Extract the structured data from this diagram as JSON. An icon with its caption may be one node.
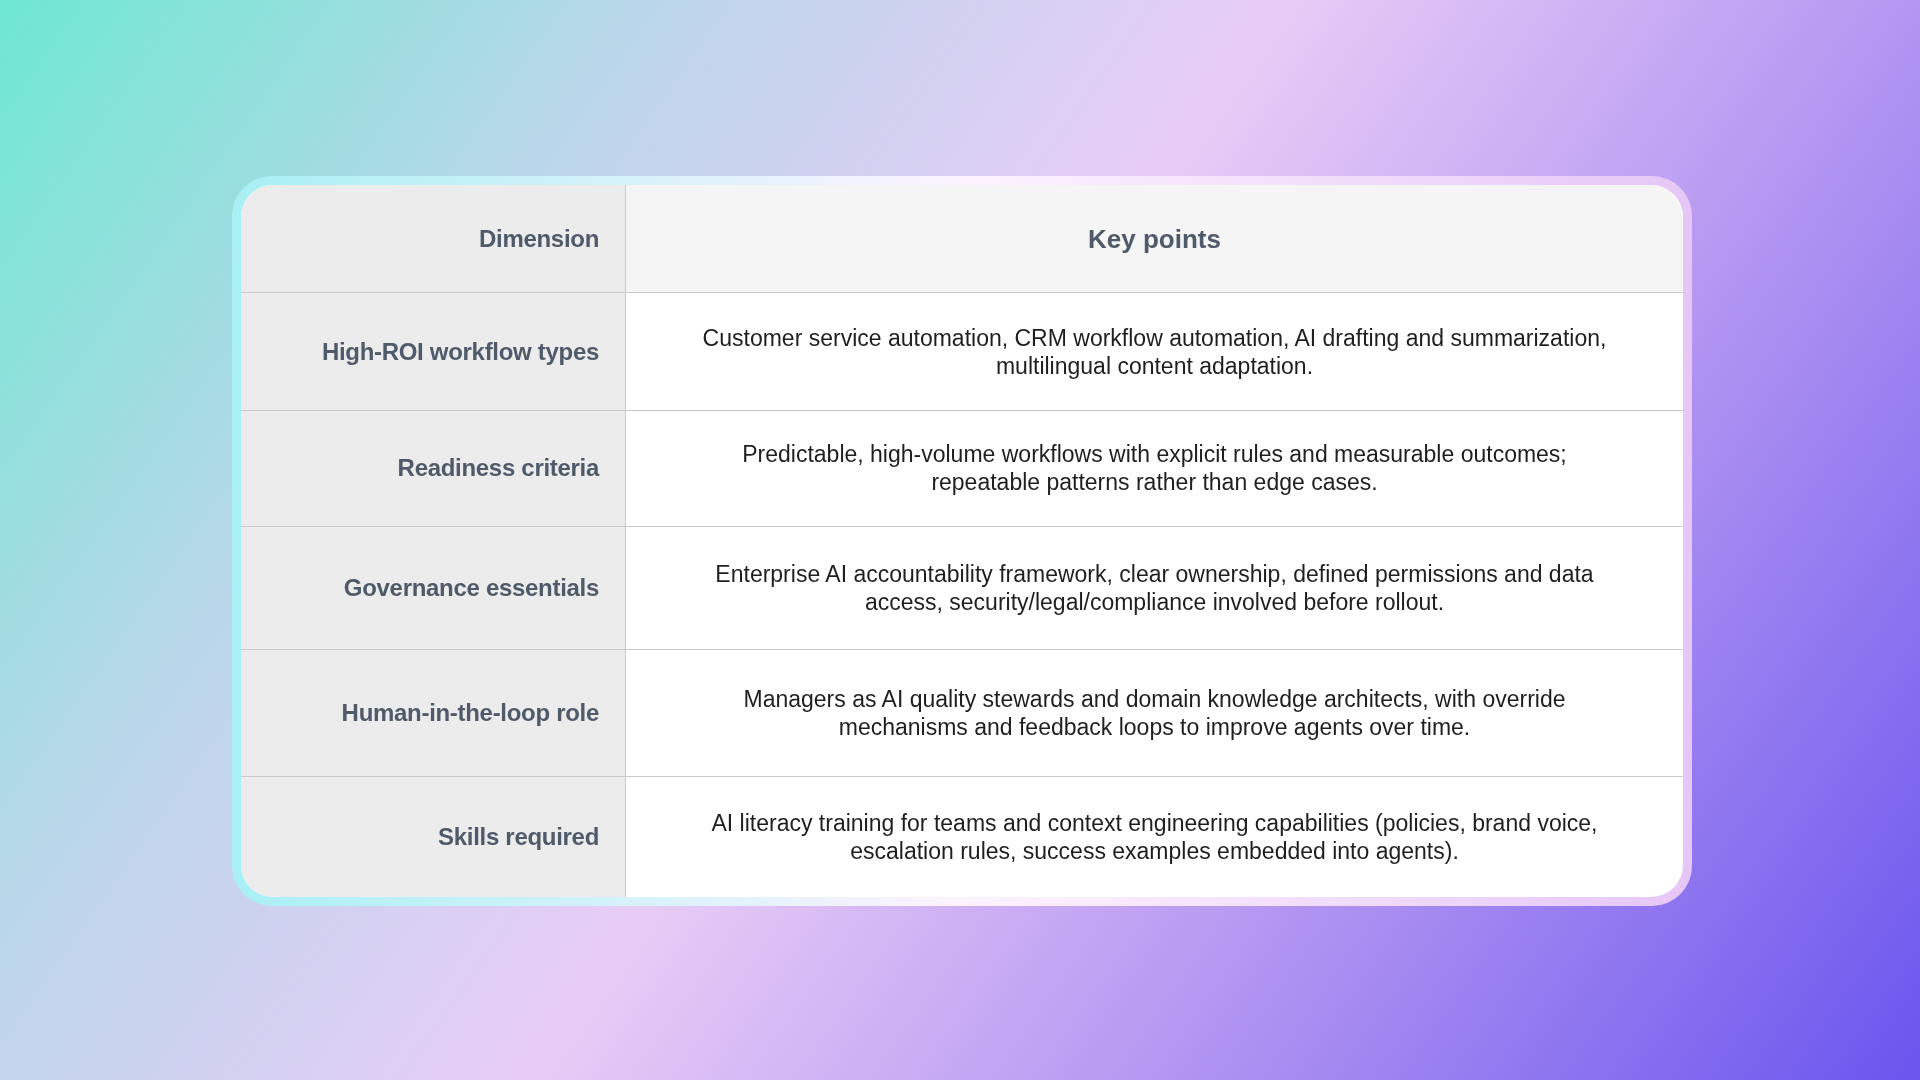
{
  "diagram": {
    "labels": [
      "Dimension",
      "Key points",
      "High-ROI workflow types",
      "Customer service automation, CRM workflow automation, AI drafting and summarization, multilingual content adaptation.",
      "Readiness criteria",
      "Predictable, high-volume workflows with explicit rules and measurable outcomes; repeatable patterns rather than edge cases.",
      "Governance essentials",
      "Enterprise AI accountability framework, clear ownership, defined permissions and data access, security/legal/compliance involved before rollout.",
      "Human-in-the-loop role",
      "Managers as AI quality stewards and domain knowledge architects, with override mechanisms and feedback loops to improve agents over time.",
      "Skills required",
      "AI literacy training for teams and context engineering capabilities (policies, brand voice, escalation rules, success examples embedded into agents)."
    ]
  }
}
